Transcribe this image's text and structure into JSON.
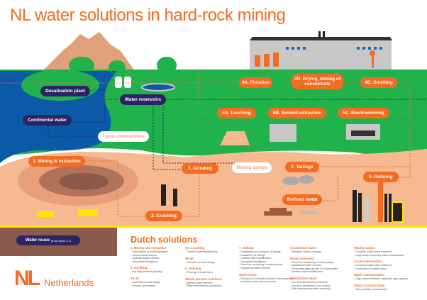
{
  "title": "NL water solutions in hard-rock mining",
  "colors": {
    "orange": "#f36c21",
    "navy": "#2b2464",
    "green": "#22b24c",
    "water": "#0a5aa8",
    "sand": "#f7b98f",
    "brown": "#8b5a4a"
  },
  "nodes": {
    "desalination": "Desalination plant",
    "reservoirs": "Water reservoirs",
    "continental": "Continental water",
    "communities": "Local communities",
    "mining": "1. Mining & extraction",
    "crushing": "2. Crushing",
    "grinding": "3. Grinding",
    "camps": "Mining camps",
    "flotation": "4A. Flotation",
    "drying": "4B. Drying, mixing of concentrate",
    "smelting": "4C. Smelting",
    "leaching": "5A. Leaching",
    "solvent": "5B. Solvent extraction",
    "electrowinning": "5C. Electrowinning",
    "refining": "6. Refining",
    "tailings": "7. Tailings",
    "refined": "Refined metal"
  },
  "reuse": {
    "label": "Water reuse",
    "note": "(from steps 1-7)"
  },
  "brand": {
    "logo": "NL",
    "name": "Netherlands"
  },
  "solutions": {
    "title": "Dutch solutions",
    "columns": [
      [
        {
          "heading": "1. Mining and extraction",
          "items": [
            "Optimization of pumping system",
            "Geotechnical analysis",
            "Hydrogeological studies",
            "Geospatial intelligence"
          ]
        },
        {
          "heading": "3. Grinding",
          "items": [
            "Dry high-pressure grinding"
          ]
        },
        {
          "heading": "4A-4C",
          "items": [
            "Industrial process design",
            "Process optimization"
          ]
        }
      ],
      [
        {
          "heading": "5A. Leaching",
          "items": [
            "Durable impermeabilization"
          ]
        },
        {
          "heading": "5A-5C",
          "items": [
            "Industrial process design"
          ]
        },
        {
          "heading": "6. Refining",
          "items": [
            "Filtering of anode slime"
          ]
        },
        {
          "heading": "Whole process solutions",
          "items": [
            "Applied water research",
            "Water stewardship consultancy"
          ]
        }
      ],
      [
        {
          "heading": "7. Tailings",
          "items": [
            "Dewatering and transport of tailings",
            "Dewatering of tailings",
            "Durable impermeabilization",
            "Geospatial intelligence",
            "Real-time monitoring of water quality",
            "Specialized water sensors"
          ]
        },
        {
          "heading": "Water reuse",
          "items": [
            "Extraction of valuable minerals from wastewater",
            "Industrial wastewater treatment"
          ]
        }
      ],
      [
        {
          "heading": "Continental water",
          "items": [
            "Managed aquifer recharge"
          ]
        },
        {
          "heading": "Water reservoirs",
          "items": [
            "Real-time monitoring of water quality",
            "Specialized water sensors",
            "Preventing algae growth in surface water",
            "Durable impermeabilization"
          ]
        },
        {
          "heading": "Desalination plant",
          "items": [
            "Eco-friendly biofouling solutions",
            "Industrial desalination and cooling",
            "Self-cleaning evaporator system(s)"
          ]
        }
      ],
      [
        {
          "heading": "Mining camps",
          "items": [
            "Domestic waste water treatment",
            "Large-scale temporary water infrastructure"
          ]
        },
        {
          "heading": "Local communities",
          "items": [
            "Domestic waste water treatment",
            "Production of potable water"
          ]
        },
        {
          "heading": "Water transportation",
          "items": [
            "High pressure flexible composite pipe systems"
          ]
        },
        {
          "heading": "Slurry transportation",
          "items": [
            "Slurry density measurement"
          ]
        }
      ]
    ]
  }
}
